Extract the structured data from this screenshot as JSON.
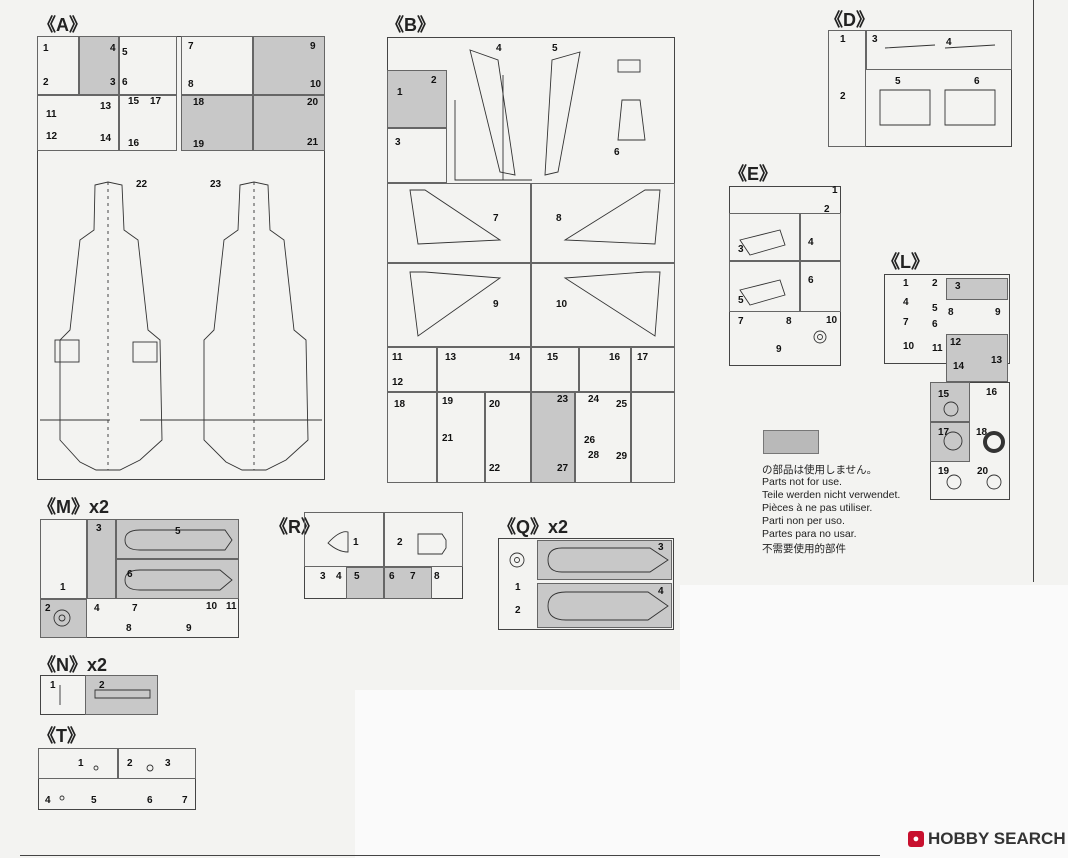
{
  "sprues": {
    "A": {
      "title": "《A》",
      "parts": [
        "1",
        "2",
        "3",
        "4",
        "5",
        "6",
        "7",
        "8",
        "9",
        "10",
        "11",
        "12",
        "13",
        "14",
        "15",
        "16",
        "17",
        "18",
        "19",
        "20",
        "21",
        "22",
        "23"
      ]
    },
    "B": {
      "title": "《B》",
      "parts": [
        "1",
        "2",
        "3",
        "4",
        "5",
        "6",
        "7",
        "8",
        "9",
        "10",
        "11",
        "12",
        "13",
        "14",
        "15",
        "16",
        "17",
        "18",
        "19",
        "20",
        "21",
        "22",
        "23",
        "24",
        "25",
        "26",
        "27",
        "28",
        "29"
      ]
    },
    "D": {
      "title": "《D》",
      "parts": [
        "1",
        "2",
        "3",
        "4",
        "5",
        "6"
      ]
    },
    "E": {
      "title": "《E》",
      "parts": [
        "1",
        "2",
        "3",
        "4",
        "5",
        "6",
        "7",
        "8",
        "9",
        "10"
      ]
    },
    "L": {
      "title": "《L》",
      "parts": [
        "1",
        "2",
        "3",
        "4",
        "5",
        "6",
        "7",
        "8",
        "9",
        "10",
        "11",
        "12",
        "13",
        "14",
        "15",
        "16",
        "17",
        "18",
        "19",
        "20"
      ]
    },
    "M": {
      "title": "《M》x2",
      "parts": [
        "1",
        "2",
        "3",
        "4",
        "5",
        "6",
        "7",
        "8",
        "9",
        "10",
        "11"
      ]
    },
    "R": {
      "title": "《R》",
      "parts": [
        "1",
        "2",
        "3",
        "4",
        "5",
        "6",
        "7",
        "8"
      ]
    },
    "Q": {
      "title": "《Q》x2",
      "parts": [
        "1",
        "2",
        "3",
        "4"
      ]
    },
    "N": {
      "title": "《N》x2",
      "parts": [
        "1",
        "2"
      ]
    },
    "T": {
      "title": "《T》",
      "parts": [
        "1",
        "2",
        "3",
        "4",
        "5",
        "6",
        "7"
      ]
    }
  },
  "legend": {
    "lines": [
      "の部品は使用しません。",
      "Parts not for use.",
      "Teile werden nicht verwendet.",
      "Pièces à ne pas utiliser.",
      "Parti non per uso.",
      "Partes para no usar.",
      "不需要使用的部件"
    ],
    "swatch_color": "#b9b9b9"
  },
  "watermark": {
    "text": "HOBBY SEARCH"
  }
}
